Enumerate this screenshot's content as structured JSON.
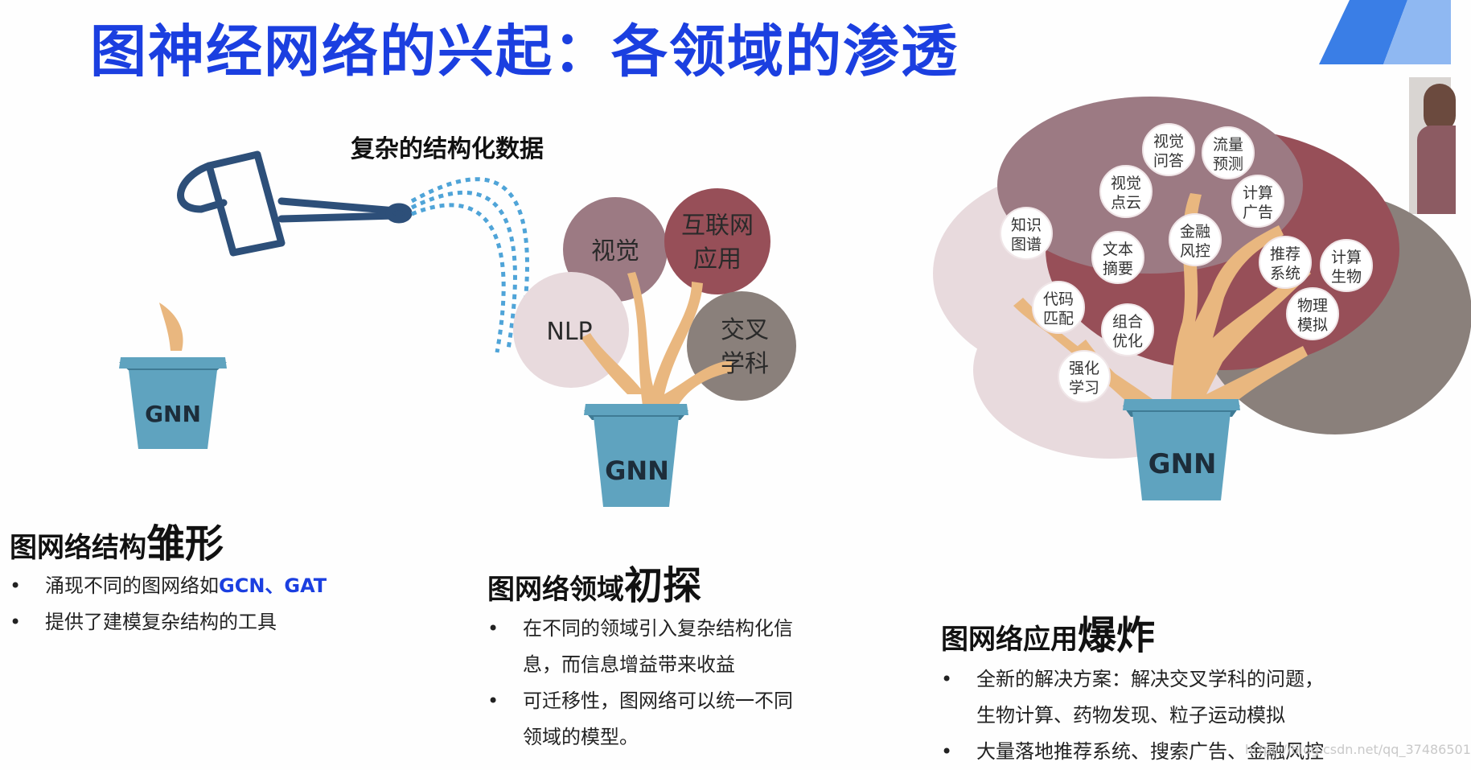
{
  "slide": {
    "title": "图神经网络的兴起：各领域的渗透",
    "watering_label": "复杂的结构化数据",
    "pot_label": "GNN",
    "medium_tree": {
      "circles": [
        "视觉",
        "NLP",
        "交叉",
        "学科",
        "互联网",
        "应用"
      ]
    },
    "big_tree": {
      "nodes": [
        "视觉",
        "问答",
        "流量",
        "预测",
        "视觉",
        "点云",
        "计算",
        "广告",
        "知识",
        "图谱",
        "金融",
        "风控",
        "文本",
        "摘要",
        "推荐",
        "系统",
        "计算",
        "生物",
        "代码",
        "匹配",
        "物理",
        "模拟",
        "组合",
        "优化",
        "强化",
        "学习"
      ]
    },
    "sections": [
      {
        "heading_small": "图网络结构",
        "heading_big": "雏形",
        "bullets": [
          {
            "text": "涌现不同的图网络如",
            "highlight": "GCN、GAT"
          },
          {
            "text": "提供了建模复杂结构的工具",
            "highlight": ""
          }
        ]
      },
      {
        "heading_small": "图网络领域",
        "heading_big": "初探",
        "bullets": [
          {
            "line1": "在不同的领域引入复杂结构化信",
            "line2": "息，而信息增益带来收益"
          },
          {
            "line1": "可迁移性，图网络可以统一不同",
            "line2": "领域的模型。"
          }
        ]
      },
      {
        "heading_small": "图网络应用",
        "heading_big": "爆炸",
        "bullets": [
          {
            "line1": "全新的解决方案：解决交叉学科的问题，",
            "line2": "生物计算、药物发现、粒子运动模拟"
          },
          {
            "line1": "大量落地推荐系统、搜索广告、金融风控",
            "line2": ""
          }
        ]
      }
    ],
    "watermark": "https://blog.csdn.net/qq_37486501",
    "colors": {
      "title_blue": "#1b3fe0",
      "pot_blue": "#5fa3bf",
      "branch": "#e9b77f",
      "circle_mauve": "#9c7a83",
      "circle_red": "#974f58",
      "circle_gray": "#8a807b",
      "circle_light": "#e8dadd"
    }
  }
}
